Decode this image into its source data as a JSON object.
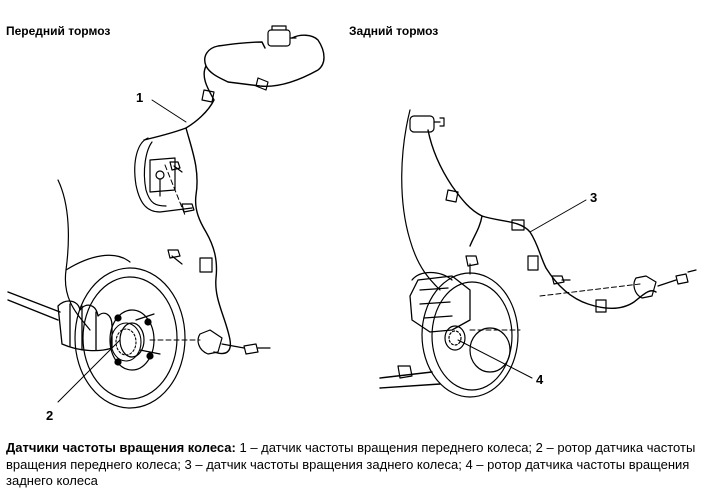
{
  "panels": {
    "front_title": "Передний тормоз",
    "rear_title": "Задний тормоз"
  },
  "callouts": {
    "c1": "1",
    "c2": "2",
    "c3": "3",
    "c4": "4"
  },
  "caption": {
    "heading": "Датчики частоты вращения колеса:",
    "text": " 1 – датчик частоты вращения переднего колеса; 2 – ротор датчика частоты вращения переднего колеса; 3 – датчик частоты вращения заднего колеса; 4 – ротор датчика частоты вращения заднего колеса"
  }
}
